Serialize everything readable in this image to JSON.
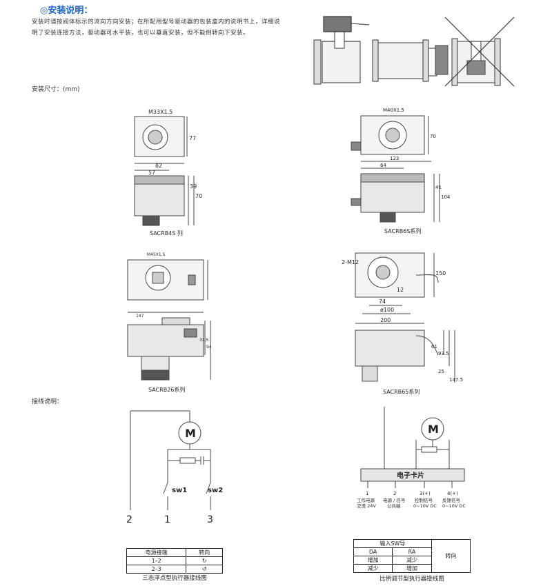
{
  "section": {
    "title": "◎安装说明：",
    "paragraph": "安装时请按阀体标示的流向方向安装；在所配用型号驱动器的包装盒内的说明书上，详细说明了安装连接方法，驱动器可水平装，也可以垂直安装，但不能倒转向下安装。",
    "dim_label": "安装尺寸：(mm)",
    "wiring_label": "接线说明："
  },
  "drawings": {
    "sacrb4s": {
      "caption": "SACRB4S 列",
      "thread": "M33X1.5",
      "h1": "77",
      "w1": "82",
      "w2": "57",
      "h2": "39",
      "h3": "70"
    },
    "sacrb6s": {
      "caption": "SACRB6S系列",
      "thread": "M40X1.5",
      "h1": "70",
      "w1": "123",
      "w2": "64",
      "h2": "41",
      "h3": "104"
    },
    "sacrb26": {
      "caption": "SACRB26系列",
      "thread": "M45X1.5",
      "w1": "147",
      "h1": "32.5",
      "h2": "94"
    },
    "sacrb65": {
      "caption": "SACRB65系列",
      "m12": "2-M12",
      "d150": "150",
      "d12": "12",
      "d74": "74",
      "d100": "ø100",
      "w200": "200",
      "h61": "61",
      "h935": "93.5",
      "h25": "25",
      "h1475": "147.5"
    }
  },
  "wiring_left": {
    "motor": "M",
    "sw1": "sw1",
    "sw2": "sw2",
    "t2": "2",
    "t1": "1",
    "t3": "3",
    "table_headers": [
      "电源接端",
      "转向"
    ],
    "table_rows": [
      [
        "1–2",
        "↻"
      ],
      [
        "2–3",
        "↺"
      ]
    ],
    "caption": "三态浮点型执行器接线图"
  },
  "wiring_right": {
    "motor": "M",
    "card": "电子卡片",
    "terminals": [
      {
        "num": "1",
        "l1": "工作电源",
        "l2": "交流 24V"
      },
      {
        "num": "2",
        "l1": "电源 / 信号",
        "l2": "公共端"
      },
      {
        "num": "3(+)",
        "l1": "控制信号",
        "l2": "0~10V DC"
      },
      {
        "num": "4(+)",
        "l1": "反馈信号",
        "l2": "0~10V DC"
      }
    ],
    "table_head": "输入SW导",
    "table_dir": "转向",
    "table_cols": [
      "DA",
      "RA"
    ],
    "table_rows": [
      [
        "增加",
        "减少"
      ],
      [
        "减少",
        "增加"
      ]
    ],
    "caption": "比例调节型执行器接线图"
  }
}
